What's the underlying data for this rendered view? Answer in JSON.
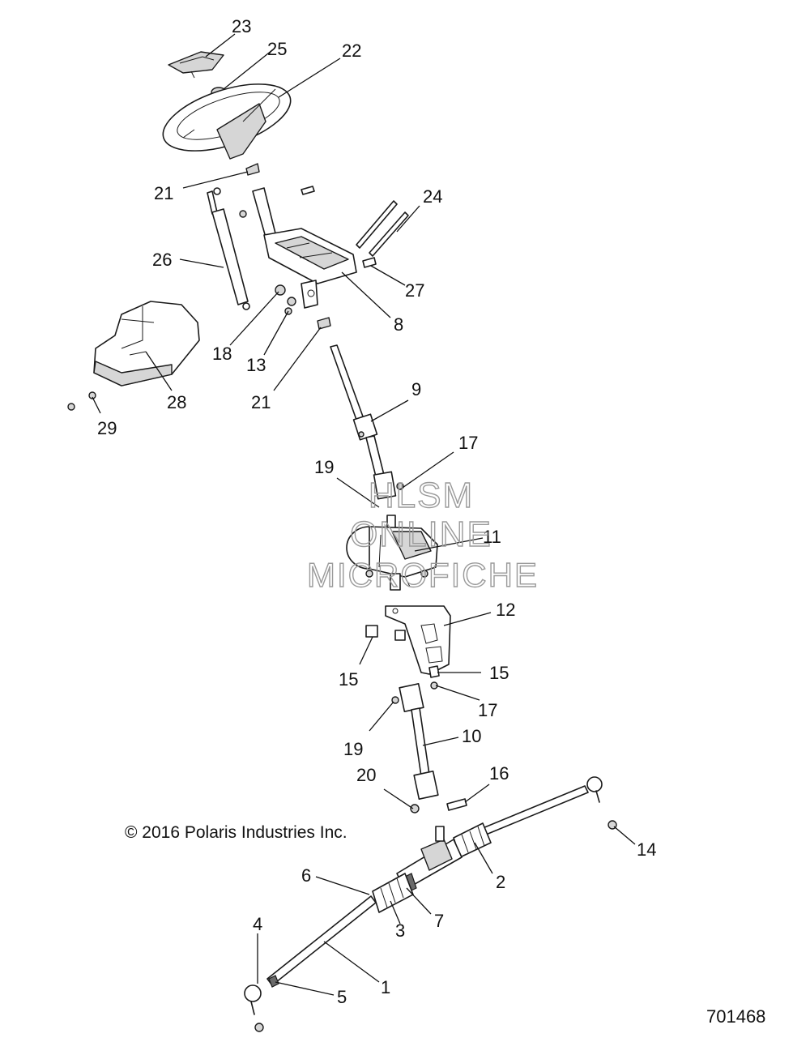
{
  "watermark": {
    "line1": "HLSM",
    "line2": "ONLINE",
    "line3": "MICROFICHE"
  },
  "copyright": "© 2016 Polaris Industries Inc.",
  "drawing_number": "701468",
  "callouts": {
    "c1": "1",
    "c2": "2",
    "c3": "3",
    "c4": "4",
    "c5": "5",
    "c6": "6",
    "c7": "7",
    "c8": "8",
    "c9": "9",
    "c10": "10",
    "c11": "11",
    "c12": "12",
    "c13": "13",
    "c14": "14",
    "c15a": "15",
    "c15b": "15",
    "c16": "16",
    "c17a": "17",
    "c17b": "17",
    "c18": "18",
    "c19a": "19",
    "c19b": "19",
    "c20": "20",
    "c21a": "21",
    "c21b": "21",
    "c22": "22",
    "c23": "23",
    "c24": "24",
    "c25": "25",
    "c26": "26",
    "c27": "27",
    "c28": "28",
    "c29": "29"
  }
}
